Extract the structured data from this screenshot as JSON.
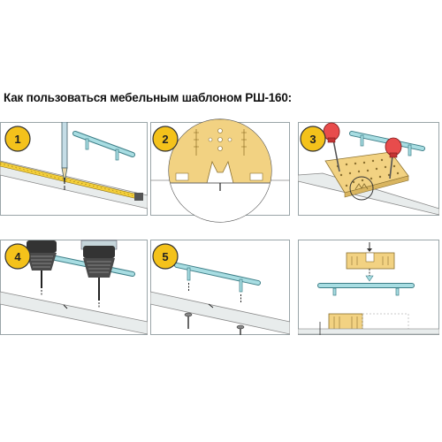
{
  "title": "Как пользоваться мебельным шаблоном РШ-160:",
  "steps": [
    {
      "label": "1"
    },
    {
      "label": "2"
    },
    {
      "label": "3"
    },
    {
      "label": "4"
    },
    {
      "label": "5"
    }
  ],
  "colors": {
    "badge_fill": "#f4c21b",
    "badge_stroke": "#333333",
    "template_fill": "#f2d282",
    "handle_fill": "#a8dde2",
    "board_fill": "#e8ecec",
    "drill_fill": "#4a4a4a",
    "punch_red": "#e84c4c"
  }
}
